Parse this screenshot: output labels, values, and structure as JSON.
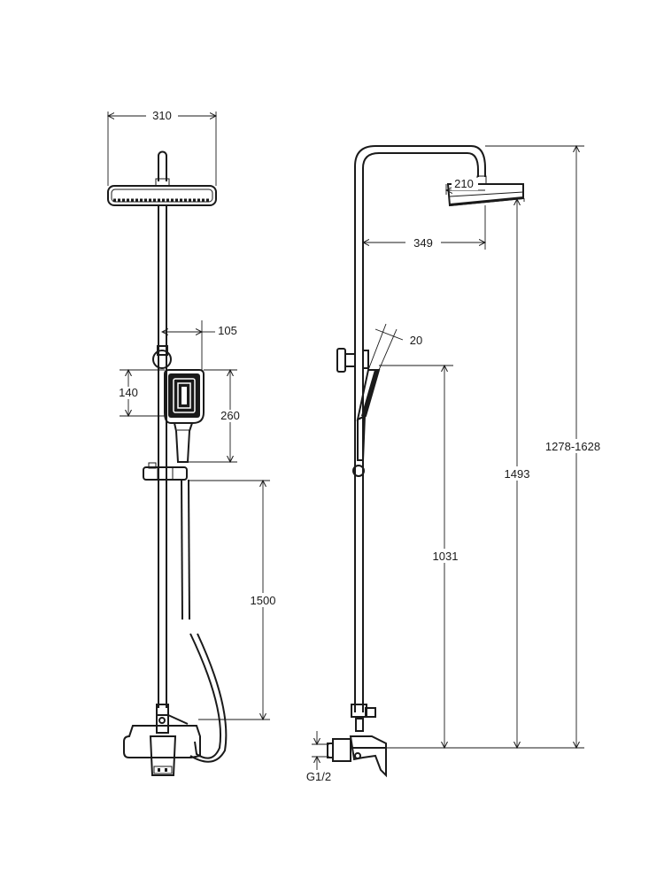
{
  "dimensions": {
    "head_width": "310",
    "hand_offset": "105",
    "hand_height_inner": "140",
    "hand_height": "260",
    "hose_length": "1500",
    "head_diameter": "210",
    "arm_reach": "349",
    "hand_thickness": "20",
    "hand_mount_height": "1031",
    "head_height": "1493",
    "total_height": "1278-1628",
    "thread": "G1/2"
  }
}
